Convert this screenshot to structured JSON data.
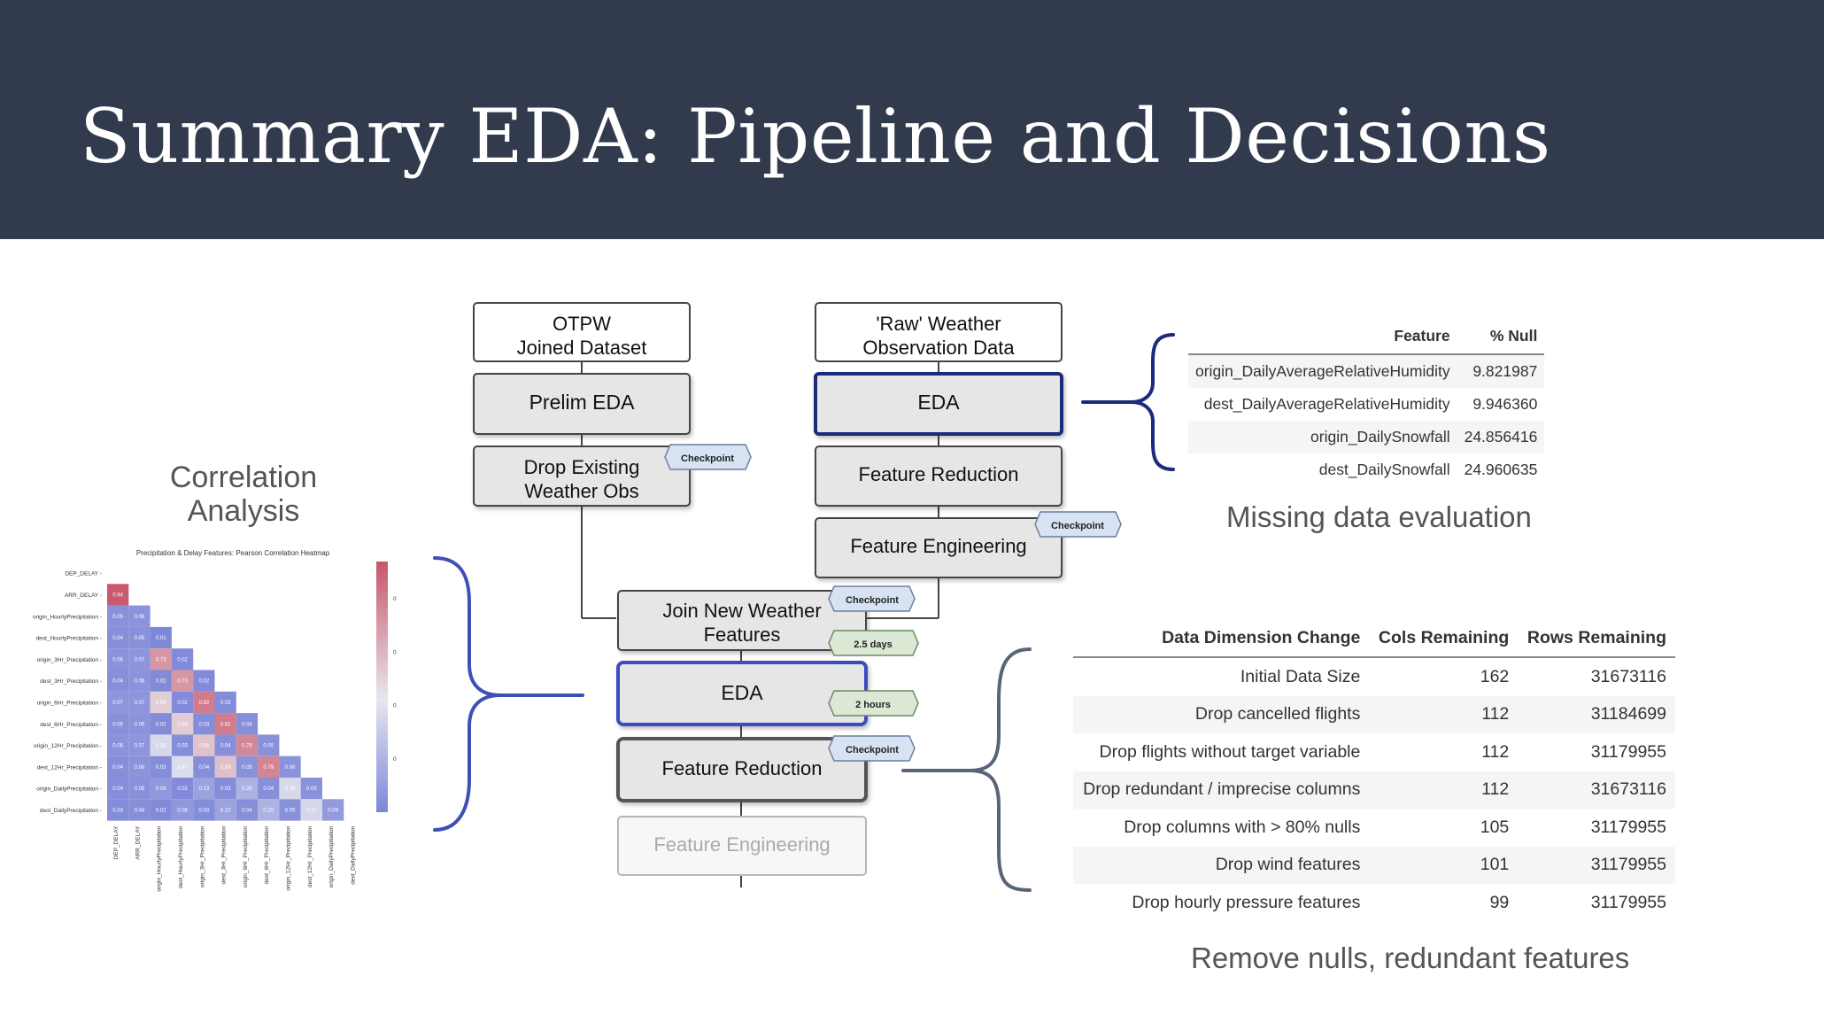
{
  "title": "Summary EDA: Pipeline and Decisions",
  "captions": {
    "correlation": "Correlation Analysis",
    "missing": "Missing data evaluation",
    "remove": "Remove nulls, redundant features"
  },
  "pipeline": {
    "otpw": [
      "OTPW",
      "Joined Dataset"
    ],
    "prelim_eda": "Prelim EDA",
    "drop_existing": [
      "Drop Existing",
      "Weather Obs"
    ],
    "raw_weather": [
      "'Raw' Weather",
      "Observation Data"
    ],
    "weather_eda": "EDA",
    "weather_feature_reduction": "Feature Reduction",
    "weather_feature_engineering": "Feature Engineering",
    "join": [
      "Join New Weather",
      "Features"
    ],
    "joined_eda": "EDA",
    "joined_feature_reduction": "Feature Reduction",
    "joined_feature_engineering": "Feature Engineering",
    "checkpoint": "Checkpoint",
    "time_join": "2.5 days",
    "time_eda": "2 hours"
  },
  "heatmap": {
    "title": "Precipitation &  Delay Features: Pearson Correlation Heatmap",
    "features": [
      "DEP_DELAY",
      "ARR_DELAY",
      "origin_HourlyPrecipitation",
      "dest_HourlyPrecipitation",
      "origin_3Hr_Precipitation",
      "dest_3Hr_Precipitation",
      "origin_6Hr_Precipitation",
      "dest_6Hr_Precipitation",
      "origin_12Hr_Precipitation",
      "dest_12Hr_Precipitation",
      "origin_DailyPrecipitation",
      "dest_DailyPrecipitation"
    ],
    "matrix": [
      [],
      [
        0.94
      ],
      [
        0.05,
        0.06
      ],
      [
        0.04,
        0.05,
        0.01
      ],
      [
        0.06,
        0.07,
        0.73,
        0.02
      ],
      [
        0.04,
        0.06,
        0.02,
        0.73,
        0.02
      ],
      [
        0.07,
        0.07,
        0.54,
        0.02,
        0.82,
        0.03
      ],
      [
        0.05,
        0.06,
        0.02,
        0.55,
        0.03,
        0.82,
        0.04
      ],
      [
        0.06,
        0.07,
        0.38,
        0.03,
        0.58,
        0.04,
        0.78,
        0.05
      ],
      [
        0.04,
        0.06,
        0.03,
        0.4,
        0.04,
        0.59,
        0.05,
        0.79,
        0.06
      ],
      [
        0.04,
        0.05,
        0.08,
        0.02,
        0.13,
        0.03,
        0.2,
        0.04,
        0.38,
        0.05
      ],
      [
        0.03,
        0.04,
        0.02,
        0.08,
        0.03,
        0.13,
        0.04,
        0.2,
        0.05,
        0.37,
        0.09
      ]
    ],
    "colorbar_ticks": [
      "0.8",
      "0.6",
      "0.4",
      "0.2"
    ]
  },
  "missing_table": {
    "headers": [
      "Feature",
      "% Null"
    ],
    "rows": [
      [
        "origin_DailyAverageRelativeHumidity",
        "9.821987"
      ],
      [
        "dest_DailyAverageRelativeHumidity",
        "9.946360"
      ],
      [
        "origin_DailySnowfall",
        "24.856416"
      ],
      [
        "dest_DailySnowfall",
        "24.960635"
      ]
    ]
  },
  "dimension_table": {
    "headers": [
      "Data Dimension Change",
      "Cols Remaining",
      "Rows Remaining"
    ],
    "rows": [
      [
        "Initial Data Size",
        "162",
        "31673116"
      ],
      [
        "Drop cancelled flights",
        "112",
        "31184699"
      ],
      [
        "Drop flights without target variable",
        "112",
        "31179955"
      ],
      [
        "Drop redundant / imprecise columns",
        "112",
        "31673116"
      ],
      [
        "Drop columns with > 80% nulls",
        "105",
        "31179955"
      ],
      [
        "Drop wind features",
        "101",
        "31179955"
      ],
      [
        "Drop hourly pressure features",
        "99",
        "31179955"
      ]
    ]
  },
  "colors": {
    "header_bg": "#323a4d",
    "box_gray": "#e6e6e6",
    "highlight_navy": "#1c2a7a",
    "bracket_blue": "#3f4fb5",
    "bracket_gray": "#5a6478",
    "checkpoint_tag": "#d7e3f2",
    "time_tag": "#dbe8d3"
  }
}
